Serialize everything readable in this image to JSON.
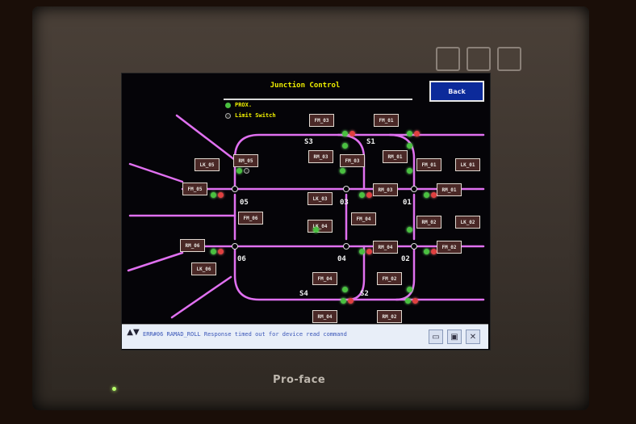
{
  "screen": {
    "title": "Junction Control",
    "back_label": "Back",
    "legend": {
      "prox_label": "PROX.",
      "prox_color": "#4ac040",
      "limit_label": "Limit Switch",
      "limit_color": "#222222"
    },
    "labels": {
      "lk05": "LK_05",
      "rm05": "RM_05",
      "fm05": "FM_05",
      "fm06": "FM_06",
      "rm06": "RM_06",
      "lk06": "LK_06",
      "fm03": "FM_03",
      "rm03": "RM_03",
      "fm01": "FM_01",
      "rm01": "RM_01",
      "lk01": "LK_01",
      "fm03b": "FM_03",
      "rm03b": "RM_03",
      "fm01b": "FM_01",
      "rm01b": "RM_01",
      "lk03": "LK_03",
      "fm04": "FM_04",
      "lk04": "LK_04",
      "rm02": "RM_02",
      "lk02": "LK_02",
      "rm04": "RM_04",
      "fm02": "FM_02",
      "fm04b": "FM_04",
      "fm02b": "FM_02",
      "rm04b": "RM_04",
      "rm02b": "RM_02"
    },
    "switches": {
      "s1": "S1",
      "s2": "S2",
      "s3": "S3",
      "s4": "S4",
      "b1": "01",
      "b2": "02",
      "b3": "03",
      "b4": "04",
      "b5": "05",
      "b6": "06"
    },
    "track_color": "#e070f0"
  },
  "status_bar": {
    "message": "ERR#06 RAMAD_ROLL Response timed out for device read command",
    "arrows": "▲▼",
    "btn1": "▭",
    "btn2": "▣",
    "btn3": "✕"
  },
  "device": {
    "brand": "Pro-face",
    "led_color": "#b8ff6a"
  }
}
